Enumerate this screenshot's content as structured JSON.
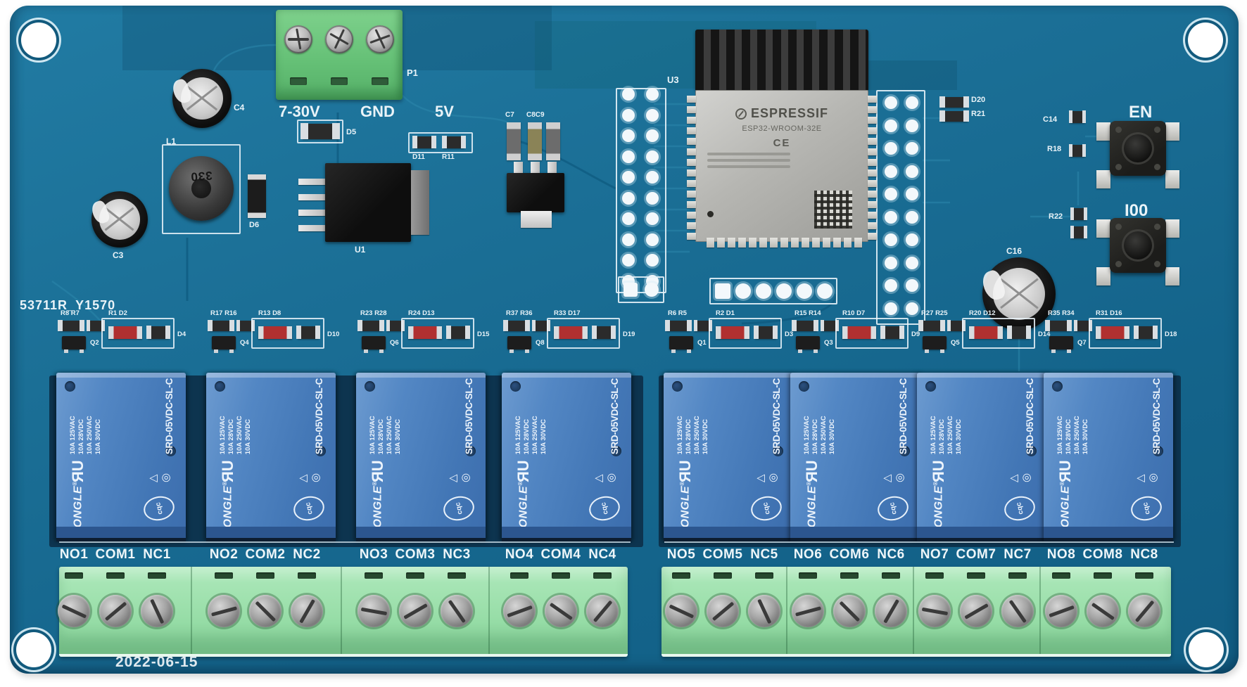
{
  "board": {
    "silkscreen_id": "53711R_Y1570",
    "date": "2022-06-15"
  },
  "power": {
    "connector_label": "P1",
    "pin_labels": [
      "7-30V",
      "GND",
      "5V"
    ]
  },
  "components": {
    "c4": "C4",
    "c3": "C3",
    "l1": "L1",
    "l1_value": "330",
    "d5": "D5",
    "d6": "D6",
    "u1": "U1",
    "c7": "C7",
    "c8c9": "C8C9",
    "d11": "D11",
    "r11": "R11",
    "u3": "U3",
    "d20": "D20",
    "r21": "R21",
    "c14": "C14",
    "r18": "R18",
    "r22": "R22",
    "c16": "C16"
  },
  "mcu": {
    "brand": "ESPRESSIF",
    "module": "ESP32-WROOM-32E",
    "ce": "CE"
  },
  "buttons": {
    "en": "EN",
    "io0": "I00"
  },
  "relay": {
    "brand": "SONGLE",
    "reg": "®",
    "ul_mark": "ЯU",
    "ul_small": "c  us",
    "marks": "△ ◎",
    "cqc": "cqc",
    "rating_a1": "10A 125VAC",
    "rating_a2": "10A 28VDC",
    "rating_b1": "10A 250VAC",
    "rating_b2": "10A 30VDC",
    "model": "SRD-05VDC-SL-C"
  },
  "channels": [
    {
      "no": "NO1",
      "com": "COM1",
      "nc": "NC1",
      "rpair": "R8 R7",
      "led_pair": "R1 D2",
      "q": "Q2",
      "d": "D4"
    },
    {
      "no": "NO2",
      "com": "COM2",
      "nc": "NC2",
      "rpair": "R17 R16",
      "led_pair": "R13 D8",
      "q": "Q4",
      "d": "D10"
    },
    {
      "no": "NO3",
      "com": "COM3",
      "nc": "NC3",
      "rpair": "R23 R28",
      "led_pair": "R24 D13",
      "q": "Q6",
      "d": "D15"
    },
    {
      "no": "NO4",
      "com": "COM4",
      "nc": "NC4",
      "rpair": "R37 R36",
      "led_pair": "R33 D17",
      "q": "Q8",
      "d": "D19"
    },
    {
      "no": "NO5",
      "com": "COM5",
      "nc": "NC5",
      "rpair": "R6 R5",
      "led_pair": "R2 D1",
      "q": "Q1",
      "d": "D3"
    },
    {
      "no": "NO6",
      "com": "COM6",
      "nc": "NC6",
      "rpair": "R15 R14",
      "led_pair": "R10 D7",
      "q": "Q3",
      "d": "D9"
    },
    {
      "no": "NO7",
      "com": "COM7",
      "nc": "NC7",
      "rpair": "R27 R25",
      "led_pair": "R20 D12",
      "q": "Q5",
      "d": "D14"
    },
    {
      "no": "NO8",
      "com": "COM8",
      "nc": "NC8",
      "rpair": "R35 R34",
      "led_pair": "R31 D16",
      "q": "Q7",
      "d": "D18"
    }
  ]
}
